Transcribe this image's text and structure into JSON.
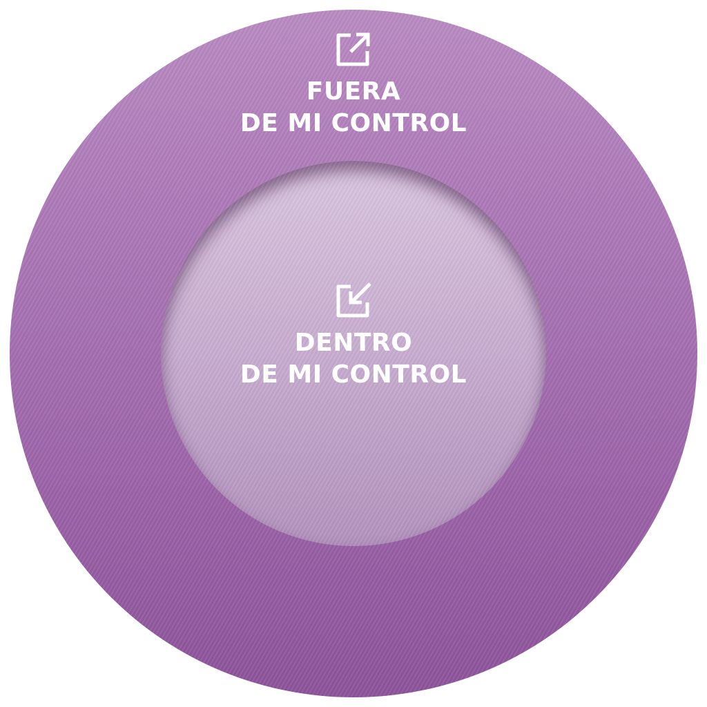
{
  "outer": {
    "title_line1": "FUERA",
    "title_line2": "DE MI CONTROL",
    "icon": "external-link-icon",
    "color": "#a66fb2"
  },
  "inner": {
    "title_line1": "DENTRO",
    "title_line2": "DE MI CONTROL",
    "icon": "arrow-inward-box-icon",
    "color": "#c9aed1"
  }
}
